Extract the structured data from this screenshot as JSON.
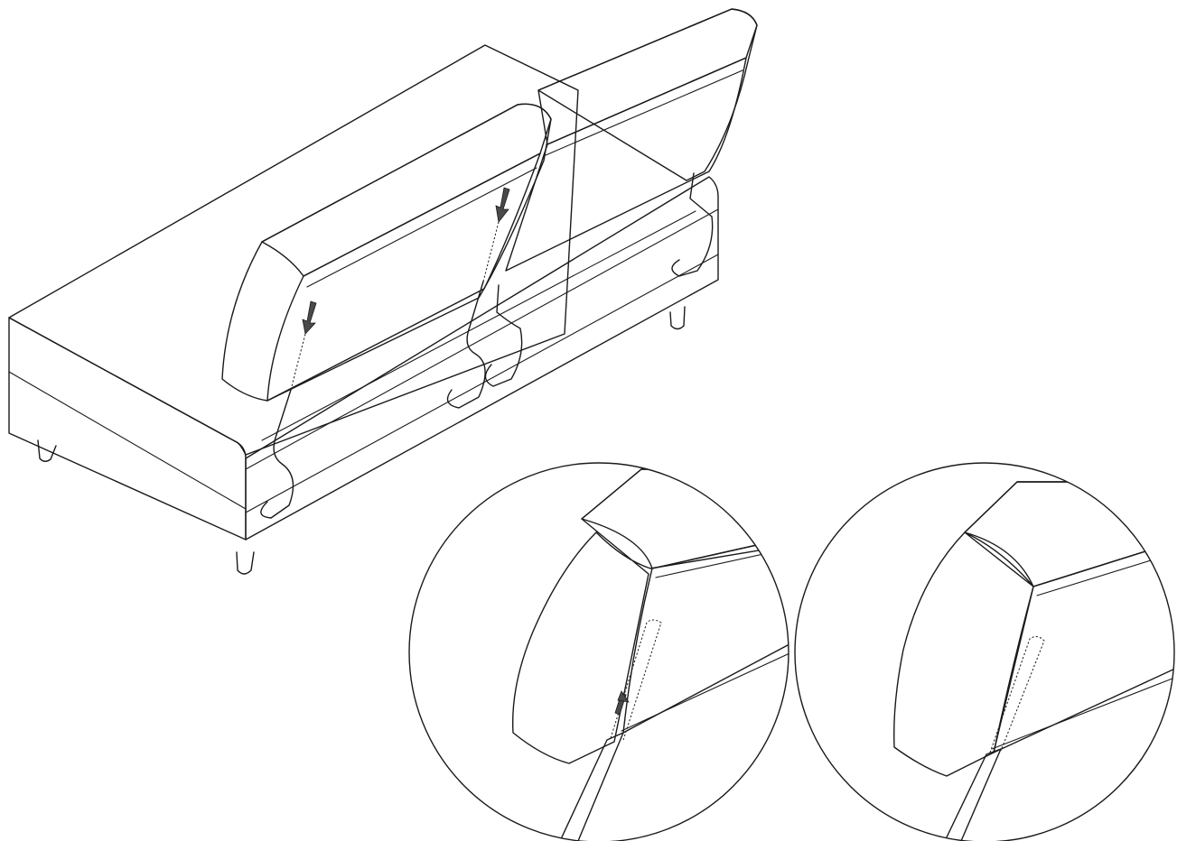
{
  "colors": {
    "background": "#ffffff",
    "outline": "#1a1a1a",
    "cushion_side": "#e6e6e6",
    "cushion_top": "#ececec",
    "cushion_face": "#f2f2f3",
    "arrow": "#4a4a4a"
  },
  "figure": {
    "main_view": "sofa-bed-with-back-cushions",
    "detail_views": [
      "detail-rod-inserting",
      "detail-rod-inserted"
    ],
    "icons": [
      "down-arrow-icon",
      "up-arrow-icon"
    ]
  }
}
